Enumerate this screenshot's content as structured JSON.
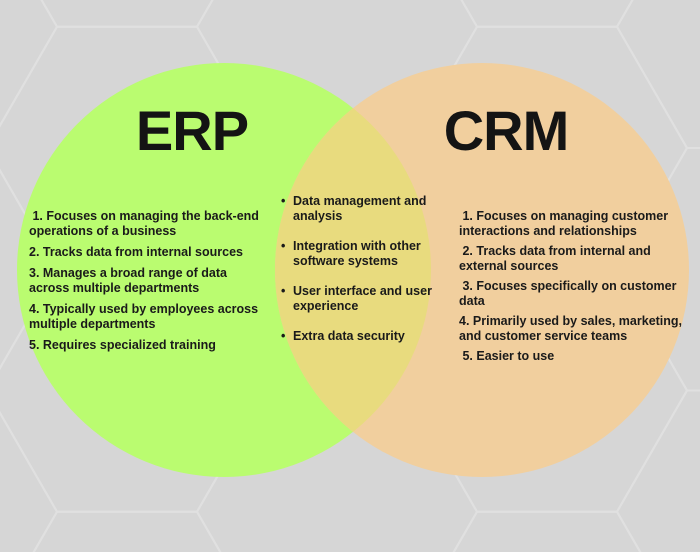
{
  "venn": {
    "colors": {
      "canvas_bg": "#d6d6d6",
      "hex_line": "#e0e0e0",
      "left_circle": "#bafc70",
      "right_circle": "#f1cf9e",
      "overlap": "#e8db7e",
      "text": "#1a1a1a"
    },
    "left": {
      "title": "ERP",
      "items": [
        " 1. Focuses on managing the back-end\noperations of a business",
        "2. Tracks data from internal sources",
        "3. Manages a broad range of data\nacross multiple departments",
        "4. Typically used by employees across\nmultiple departments",
        "5. Requires specialized training"
      ]
    },
    "middle": {
      "bullet": "•",
      "items": [
        "Data management and\nanalysis",
        "Integration with other\nsoftware systems",
        "User interface and user\nexperience",
        "Extra data security"
      ]
    },
    "right": {
      "title": "CRM",
      "items": [
        " 1. Focuses on managing customer\ninteractions and relationships",
        " 2. Tracks data from internal and\nexternal sources",
        " 3. Focuses specifically on customer\ndata",
        "4. Primarily used by sales, marketing,\nand customer service teams",
        " 5. Easier to use"
      ]
    }
  }
}
